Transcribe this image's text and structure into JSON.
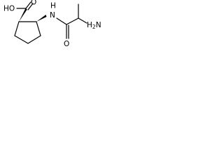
{
  "molecule": {
    "atom_labels": {
      "hydroxyl": "HO",
      "carbonyl_oxygen_acid": "O",
      "amide_nitrogen": "N",
      "amide_hydrogen": "H",
      "carbonyl_oxygen_amide": "O",
      "amino_nitrogen": "H",
      "amino_group": "N",
      "amino_subscript": "2"
    }
  }
}
